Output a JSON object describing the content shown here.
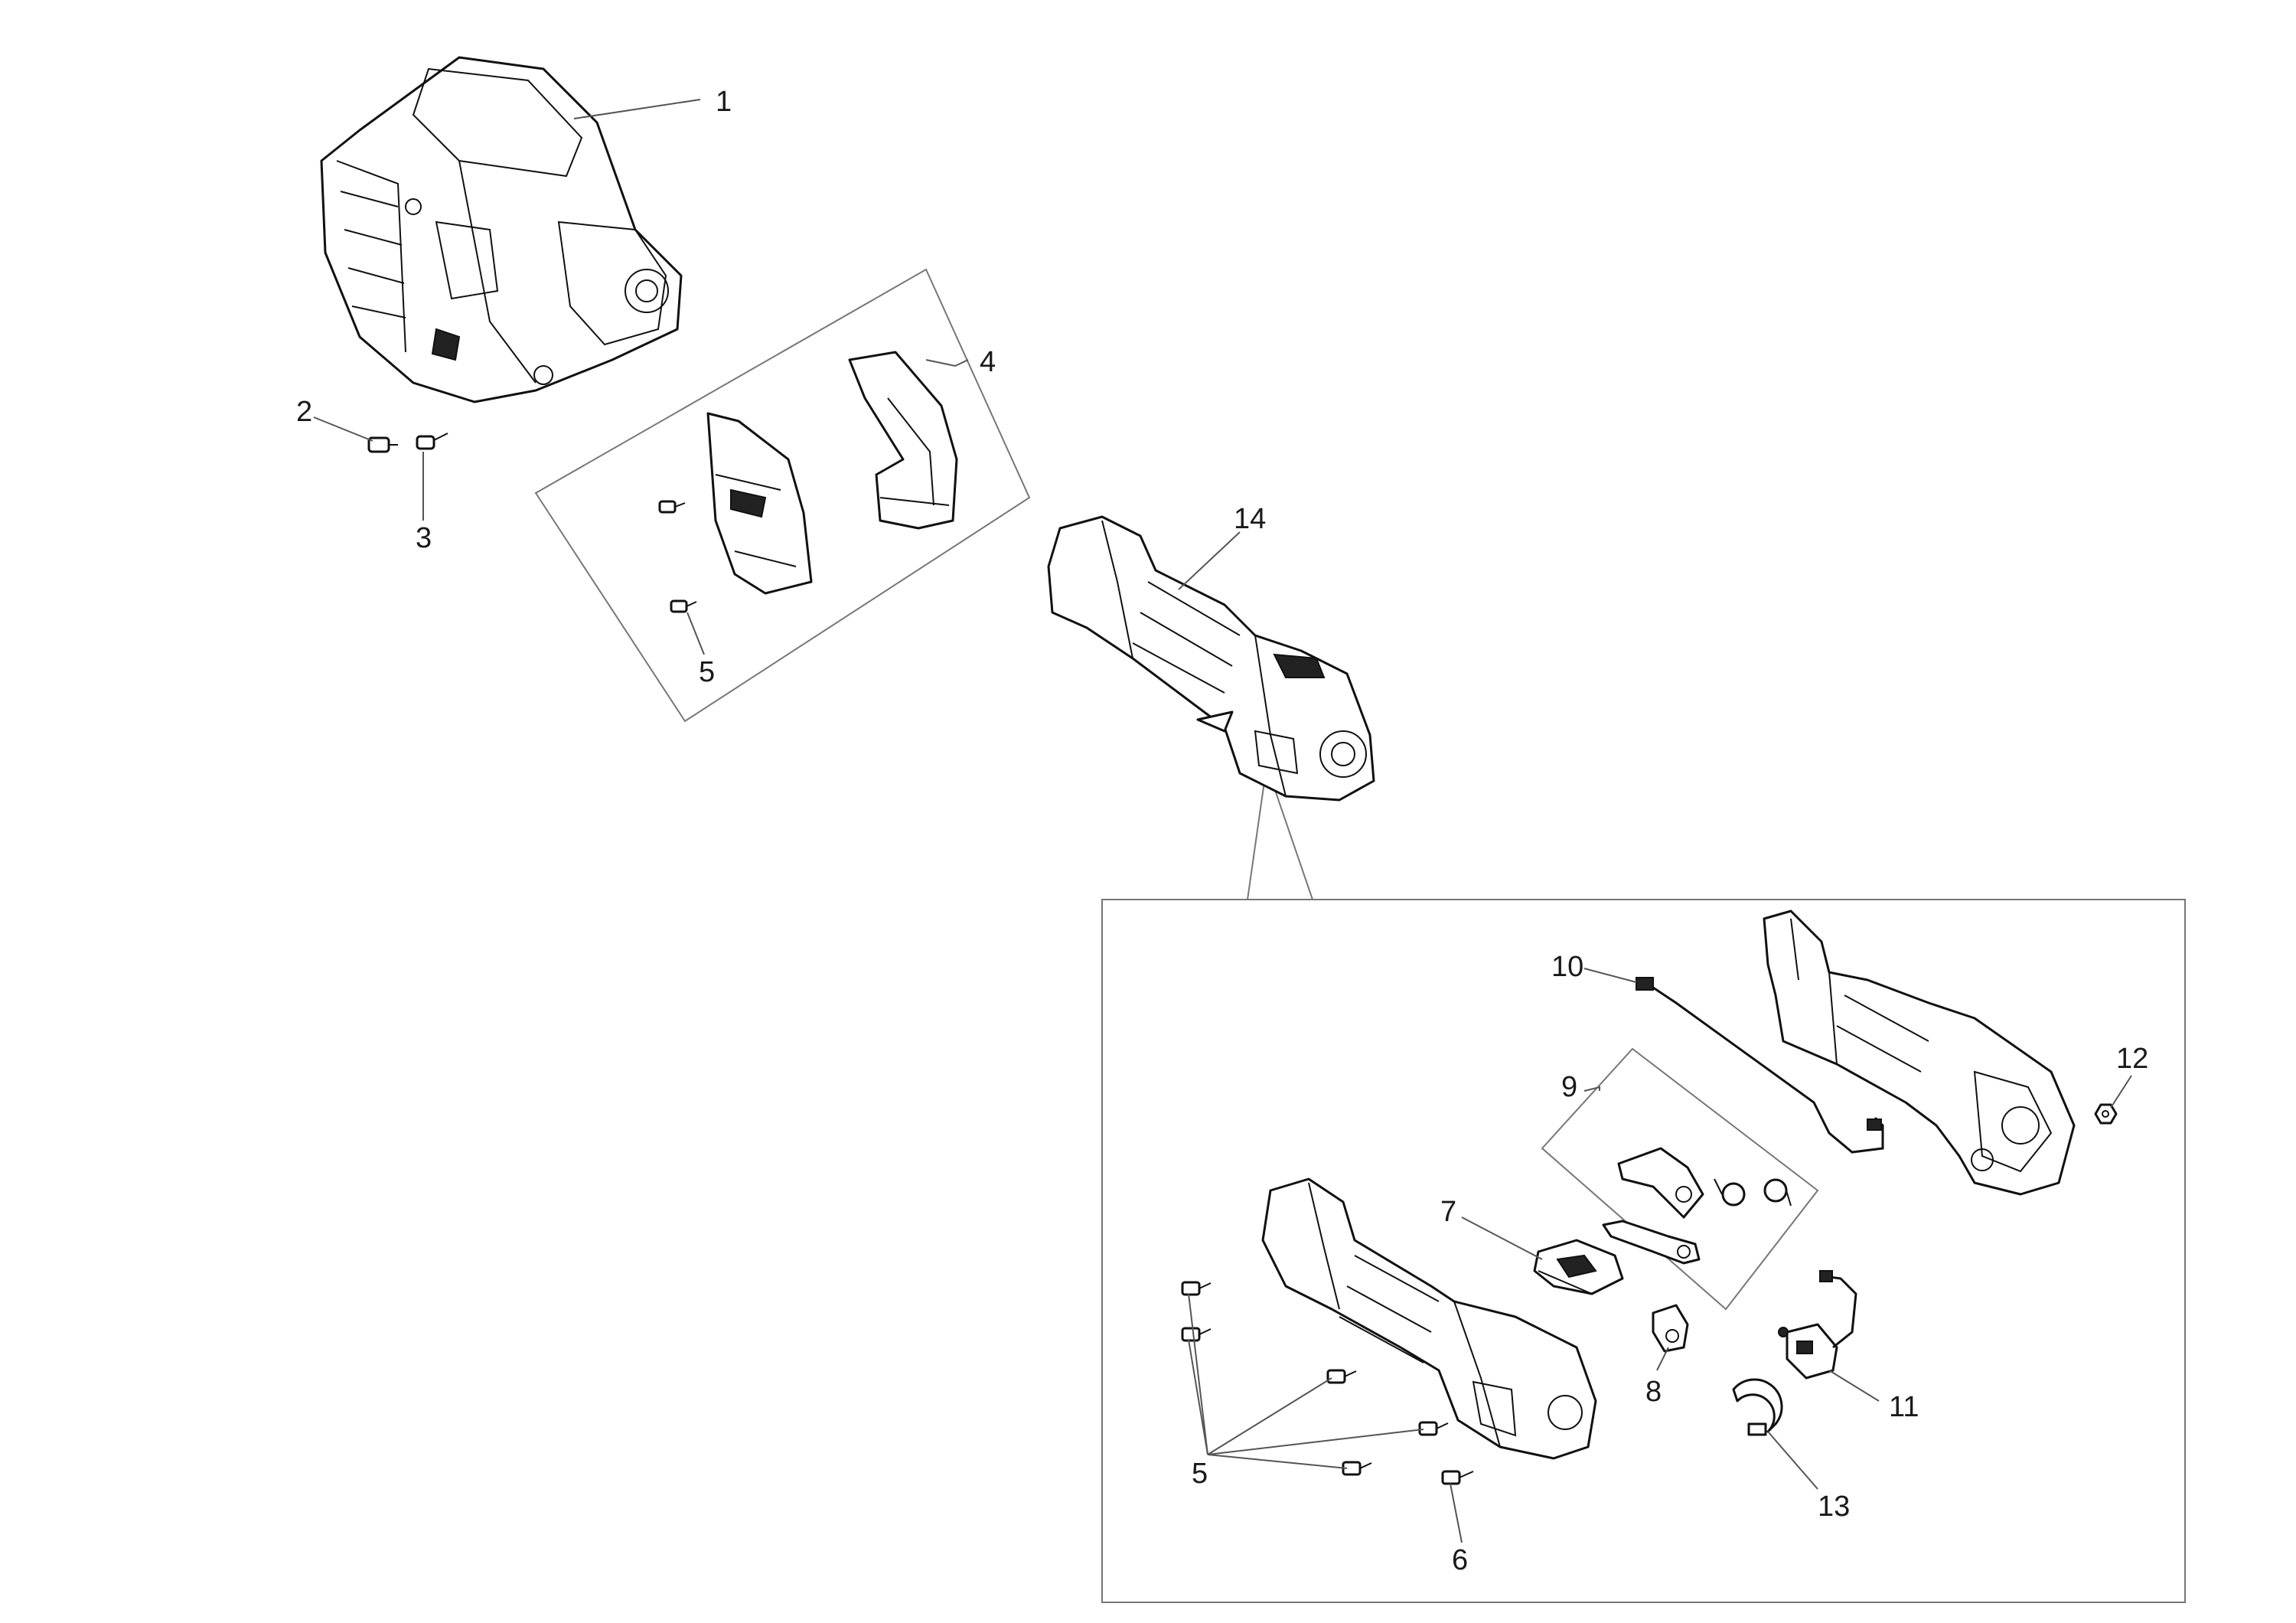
{
  "diagram": {
    "callouts": [
      {
        "id": "c1",
        "text": "1"
      },
      {
        "id": "c2",
        "text": "2"
      },
      {
        "id": "c3",
        "text": "3"
      },
      {
        "id": "c4",
        "text": "4"
      },
      {
        "id": "c5a",
        "text": "5"
      },
      {
        "id": "c14",
        "text": "14"
      },
      {
        "id": "c10",
        "text": "10"
      },
      {
        "id": "c9",
        "text": "9"
      },
      {
        "id": "c12",
        "text": "12"
      },
      {
        "id": "c7",
        "text": "7"
      },
      {
        "id": "c8",
        "text": "8"
      },
      {
        "id": "c11",
        "text": "11"
      },
      {
        "id": "c5b",
        "text": "5"
      },
      {
        "id": "c13",
        "text": "13"
      },
      {
        "id": "c6",
        "text": "6"
      }
    ]
  }
}
